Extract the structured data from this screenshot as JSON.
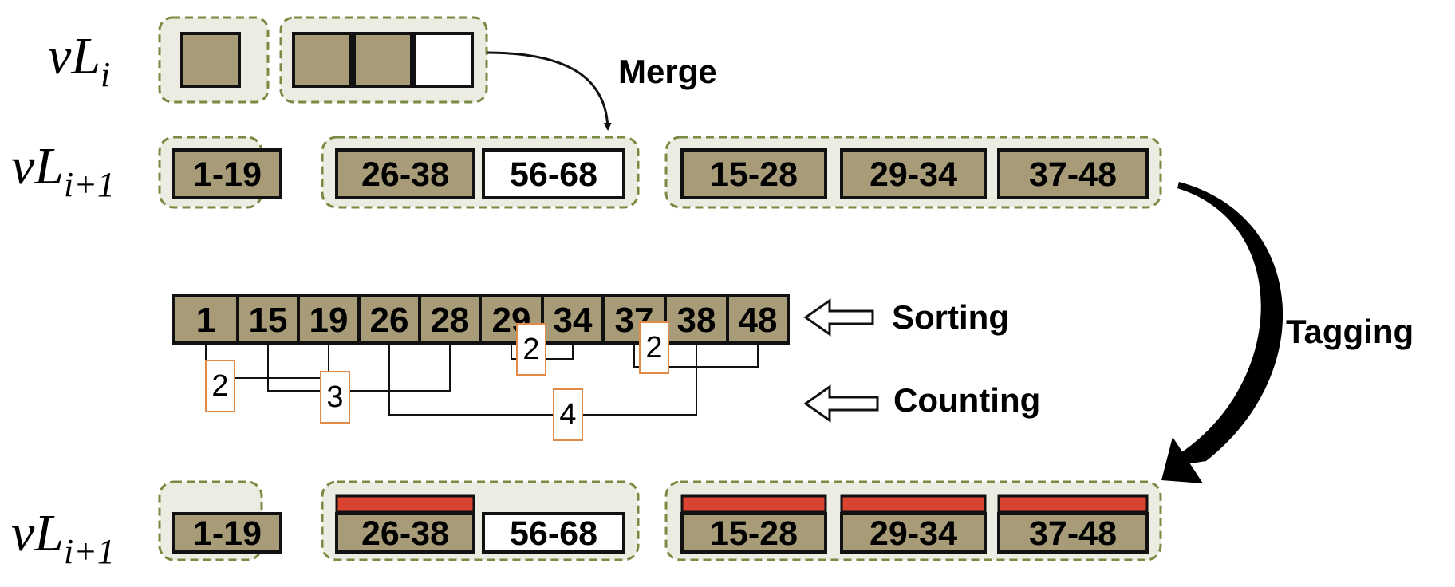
{
  "row_labels": {
    "top": {
      "base": "vL",
      "sub": "i"
    },
    "middle": {
      "base": "vL",
      "sub": "i+1"
    },
    "bottom": {
      "base": "vL",
      "sub": "i+1"
    }
  },
  "operations": {
    "merge": "Merge",
    "tagging": "Tagging",
    "sorting": "Sorting",
    "counting": "Counting"
  },
  "level_i_groups": [
    {
      "cells": [
        "filled"
      ]
    },
    {
      "cells": [
        "filled",
        "filled",
        "empty"
      ]
    }
  ],
  "level_i1_groups": [
    {
      "cells": [
        {
          "label": "1-19",
          "filled": true
        }
      ]
    },
    {
      "cells": [
        {
          "label": "26-38",
          "filled": true
        },
        {
          "label": "56-68",
          "filled": false
        }
      ]
    },
    {
      "cells": [
        {
          "label": "15-28",
          "filled": true
        },
        {
          "label": "29-34",
          "filled": true
        },
        {
          "label": "37-48",
          "filled": true
        }
      ]
    }
  ],
  "tagged_groups": [
    {
      "cells": [
        {
          "label": "1-19",
          "filled": true,
          "tagged": false
        }
      ]
    },
    {
      "cells": [
        {
          "label": "26-38",
          "filled": true,
          "tagged": true
        },
        {
          "label": "56-68",
          "filled": false,
          "tagged": false
        }
      ]
    },
    {
      "cells": [
        {
          "label": "15-28",
          "filled": true,
          "tagged": true
        },
        {
          "label": "29-34",
          "filled": true,
          "tagged": true
        },
        {
          "label": "37-48",
          "filled": true,
          "tagged": true
        }
      ]
    }
  ],
  "sorted_endpoints": [
    "1",
    "15",
    "19",
    "26",
    "28",
    "29",
    "34",
    "37",
    "38",
    "48"
  ],
  "counts": [
    {
      "value": "2",
      "from": 0,
      "to": 2
    },
    {
      "value": "3",
      "from": 1,
      "to": 4
    },
    {
      "value": "2",
      "from": 5,
      "to": 6
    },
    {
      "value": "2",
      "from": 7,
      "to": 9
    },
    {
      "value": "4",
      "from": 3,
      "to": 8
    }
  ],
  "colors": {
    "cell_fill": "#a89c78",
    "empty_fill": "#ffffff",
    "group_fill": "#ececE3",
    "group_border": "#7a8a42",
    "tag_red": "#d9432f",
    "count_box": "#e08a4a"
  }
}
